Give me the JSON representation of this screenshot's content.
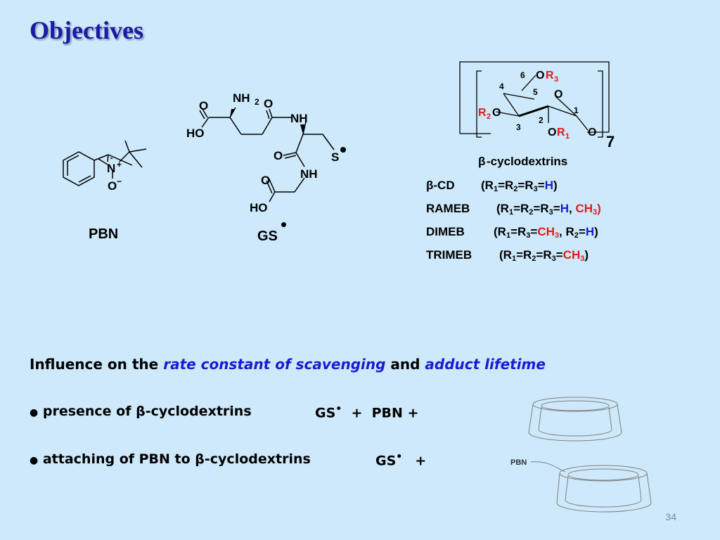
{
  "title": "Objectives",
  "pbn": {
    "label": "PBN",
    "atoms": {
      "n": "N",
      "n_charge": "+",
      "o": "O",
      "o_charge": "−"
    }
  },
  "gs": {
    "label": "GS",
    "atoms": {
      "nh2": "NH",
      "nh2_sub": "2",
      "o1": "O",
      "o2": "O",
      "ho1": "HO",
      "nh1": "NH",
      "s": "S",
      "o3": "O",
      "nh2b": "NH",
      "o4": "O",
      "ho2": "HO"
    }
  },
  "cyclodextrin": {
    "caption": "-cyclodextrins",
    "beta": "β",
    "multiplier": "7",
    "atoms": {
      "or3_o": "O",
      "r3": "R",
      "r3_sub": "3",
      "o_ring": "O",
      "r2": "R",
      "r2_sub": "2",
      "r2_o": "O",
      "or1_o": "O",
      "r1": "R",
      "r1_sub": "1",
      "o_link": "O"
    },
    "positions": [
      "6",
      "4",
      "5",
      "1",
      "2",
      "3"
    ],
    "variants": [
      {
        "name": "-CD",
        "beta": "β",
        "formula_pre": "(R",
        "s1": "1",
        "m1": "=R",
        "s2": "2",
        "m2": "=R",
        "s3": "3",
        "eq": "=",
        "h": "H",
        "close": ")"
      },
      {
        "name": "RAMEB",
        "formula_pre": "(R",
        "s1": "1",
        "m1": "=R",
        "s2": "2",
        "m2": "=R",
        "s3": "3",
        "eq": "=",
        "h": "H",
        "comma": ", ",
        "ch3": "CH",
        "ch3_sub": "3",
        "close": ")"
      },
      {
        "name": "DIMEB",
        "formula_pre": "(R",
        "s1": "1",
        "m1": "=R",
        "s3": "3",
        "eq": "=",
        "ch3": "CH",
        "ch3_sub": "3",
        "comma": ",  R",
        "s2": "2",
        "eq2": "=",
        "h": "H",
        "close": ")"
      },
      {
        "name": "TRIMEB",
        "formula_pre": "(R",
        "s1": "1",
        "m1": "=R",
        "s2": "2",
        "m2": "=R",
        "s3": "3",
        "eq": "=",
        "ch3": "CH",
        "ch3_sub": "3",
        "close": ")"
      }
    ]
  },
  "influence": {
    "prefix": "Influence on the ",
    "term1": "rate constant of scavenging",
    "mid": " and ",
    "term2": "adduct lifetime"
  },
  "bullets": [
    {
      "text": "presence of β-cyclodextrins",
      "eq_a": "GS",
      "dot": "•",
      "eq_b": "  +  PBN +"
    },
    {
      "text": "attaching of PBN to β-cyclodextrins",
      "eq_a": "GS",
      "dot": "•",
      "eq_b": "+"
    }
  ],
  "cone_label": "PBN",
  "colors": {
    "title": "#1a1aa6",
    "red": "#e21b1b",
    "blue": "#1a1ad6",
    "background": "#cde9fb"
  },
  "page_number": "34"
}
